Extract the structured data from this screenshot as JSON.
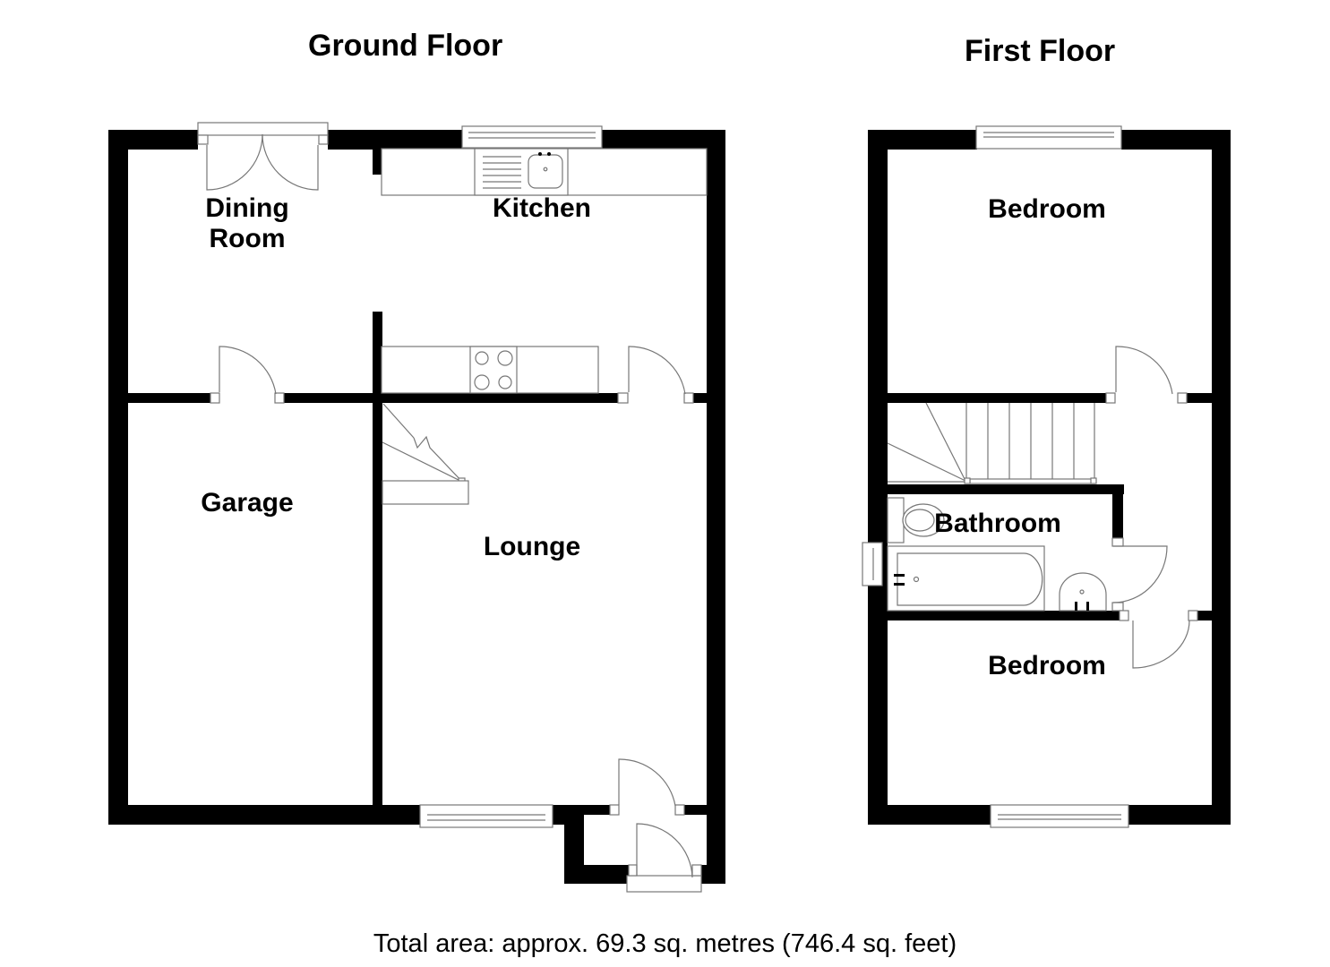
{
  "floors": {
    "ground": {
      "title": "Ground Floor",
      "rooms": {
        "dining": {
          "line1": "Dining",
          "line2": "Room"
        },
        "kitchen": "Kitchen",
        "garage": "Garage",
        "lounge": "Lounge"
      }
    },
    "first": {
      "title": "First Floor",
      "rooms": {
        "bedroom_top": "Bedroom",
        "bathroom": "Bathroom",
        "bedroom_bottom": "Bedroom"
      }
    }
  },
  "footer": {
    "total_area": "Total area: approx. 69.3 sq. metres (746.4 sq. feet)"
  },
  "colors": {
    "wall": "#000000",
    "fixture_line": "#777777",
    "background": "#ffffff"
  }
}
